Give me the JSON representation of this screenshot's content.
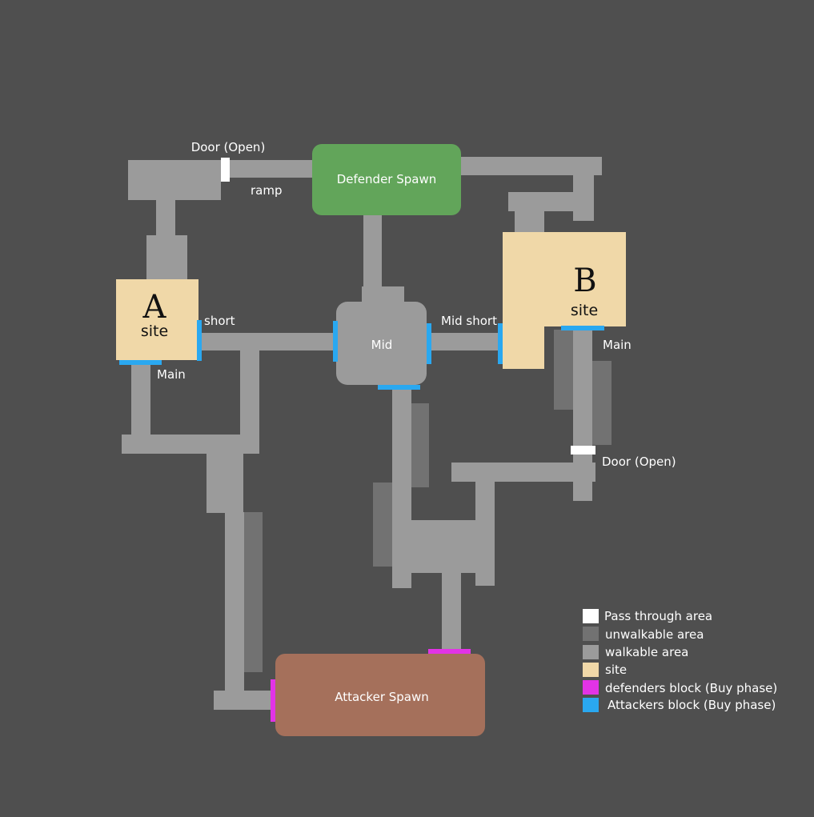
{
  "colors": {
    "background": "#4f4f4f",
    "walkable": "#9b9b9b",
    "unwalkable": "#727272",
    "site": "#f0d8a8",
    "pass_through": "#ffffff",
    "defenders_block": "#e233e6",
    "attackers_block": "#2aa8f0",
    "defender_spawn": "#62a55a",
    "attacker_spawn": "#a5705b"
  },
  "areas": {
    "defender_spawn": "Defender Spawn",
    "attacker_spawn": "Attacker Spawn",
    "mid": "Mid",
    "site_a_letter": "A",
    "site_a_word": "site",
    "site_b_letter": "B",
    "site_b_word": "site"
  },
  "labels": {
    "door_top": "Door (Open)",
    "ramp": "ramp",
    "a_short": "short",
    "a_main": "Main",
    "mid_short": "Mid short",
    "b_main": "Main",
    "door_right": "Door (Open)"
  },
  "legend": [
    {
      "label": "Pass through area",
      "color": "#ffffff"
    },
    {
      "label": "unwalkable area",
      "color": "#727272"
    },
    {
      "label": "walkable area",
      "color": "#9b9b9b"
    },
    {
      "label": "site",
      "color": "#f0d8a8"
    },
    {
      "label": "defenders block (Buy phase)",
      "color": "#e233e6"
    },
    {
      "label": "Attackers block (Buy phase)",
      "color": "#2aa8f0"
    }
  ]
}
